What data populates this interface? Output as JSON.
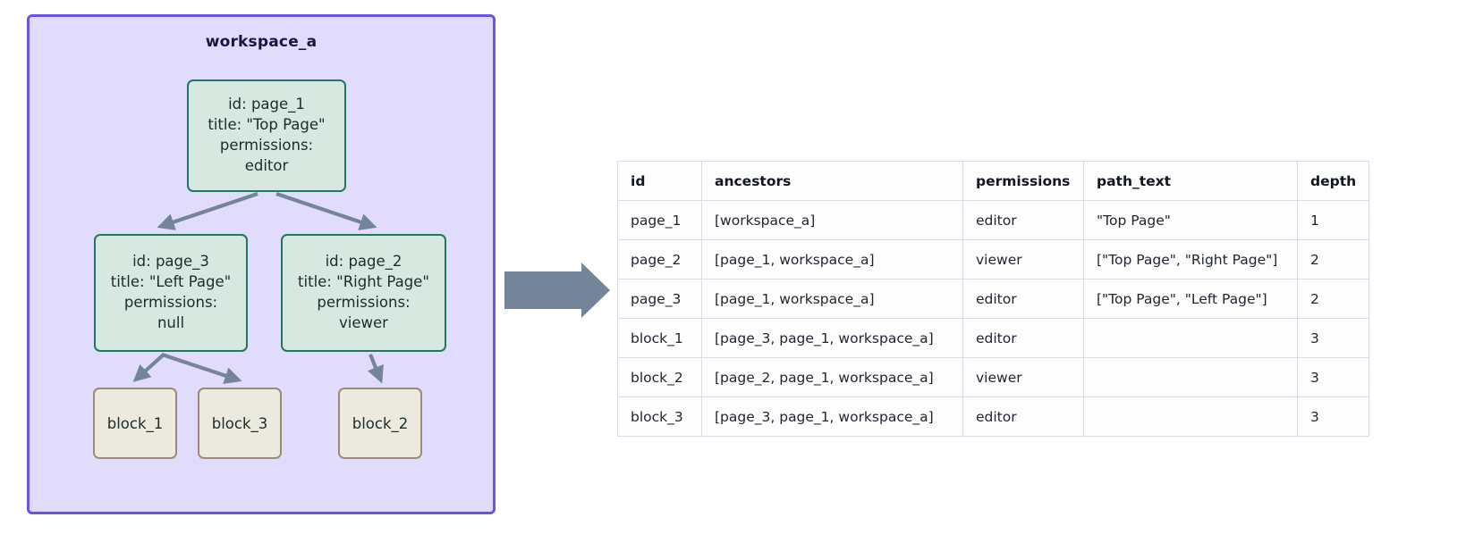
{
  "workspace": {
    "title": "workspace_a",
    "border_color": "#6c52e8",
    "fill_color": "#e1dcfb",
    "nodes": [
      {
        "key": "page_1",
        "type": "page",
        "lines": [
          "id: page_1",
          "title: \"Top Page\"",
          "permissions:",
          "editor"
        ]
      },
      {
        "key": "page_3",
        "type": "page",
        "lines": [
          "id: page_3",
          "title: \"Left Page\"",
          "permissions:",
          "null"
        ]
      },
      {
        "key": "page_2",
        "type": "page",
        "lines": [
          "id: page_2",
          "title: \"Right Page\"",
          "permissions:",
          "viewer"
        ]
      },
      {
        "key": "block_1",
        "type": "block",
        "label": "block_1"
      },
      {
        "key": "block_3",
        "type": "block",
        "label": "block_3"
      },
      {
        "key": "block_2",
        "type": "block",
        "label": "block_2"
      }
    ],
    "edges": [
      {
        "from": "page_1",
        "to": "page_3"
      },
      {
        "from": "page_1",
        "to": "page_2"
      },
      {
        "from": "page_3",
        "to": "block_1"
      },
      {
        "from": "page_3",
        "to": "block_3"
      },
      {
        "from": "page_2",
        "to": "block_2"
      }
    ],
    "node_colors": {
      "page_fill": "#d6e8df",
      "page_border": "#1e7a5e",
      "block_fill": "#ece9de",
      "block_border": "#9b8a77",
      "edge_color": "#74859a"
    }
  },
  "transform_arrow": {
    "icon": "right-arrow-icon",
    "color": "#74859a"
  },
  "table": {
    "columns": [
      "id",
      "ancestors",
      "permissions",
      "path_text",
      "depth"
    ],
    "rows": [
      {
        "id": "page_1",
        "ancestors": "[workspace_a]",
        "permissions": "editor",
        "path_text": "\"Top Page\"",
        "depth": "1"
      },
      {
        "id": "page_2",
        "ancestors": "[page_1, workspace_a]",
        "permissions": "viewer",
        "path_text": "[\"Top Page\", \"Right Page\"]",
        "depth": "2"
      },
      {
        "id": "page_3",
        "ancestors": "[page_1, workspace_a]",
        "permissions": "editor",
        "path_text": "[\"Top Page\", \"Left Page\"]",
        "depth": "2"
      },
      {
        "id": "block_1",
        "ancestors": "[page_3, page_1, workspace_a]",
        "permissions": "editor",
        "path_text": "",
        "depth": "3"
      },
      {
        "id": "block_2",
        "ancestors": "[page_2, page_1, workspace_a]",
        "permissions": "viewer",
        "path_text": "",
        "depth": "3"
      },
      {
        "id": "block_3",
        "ancestors": "[page_3, page_1, workspace_a]",
        "permissions": "editor",
        "path_text": "",
        "depth": "3"
      }
    ]
  }
}
